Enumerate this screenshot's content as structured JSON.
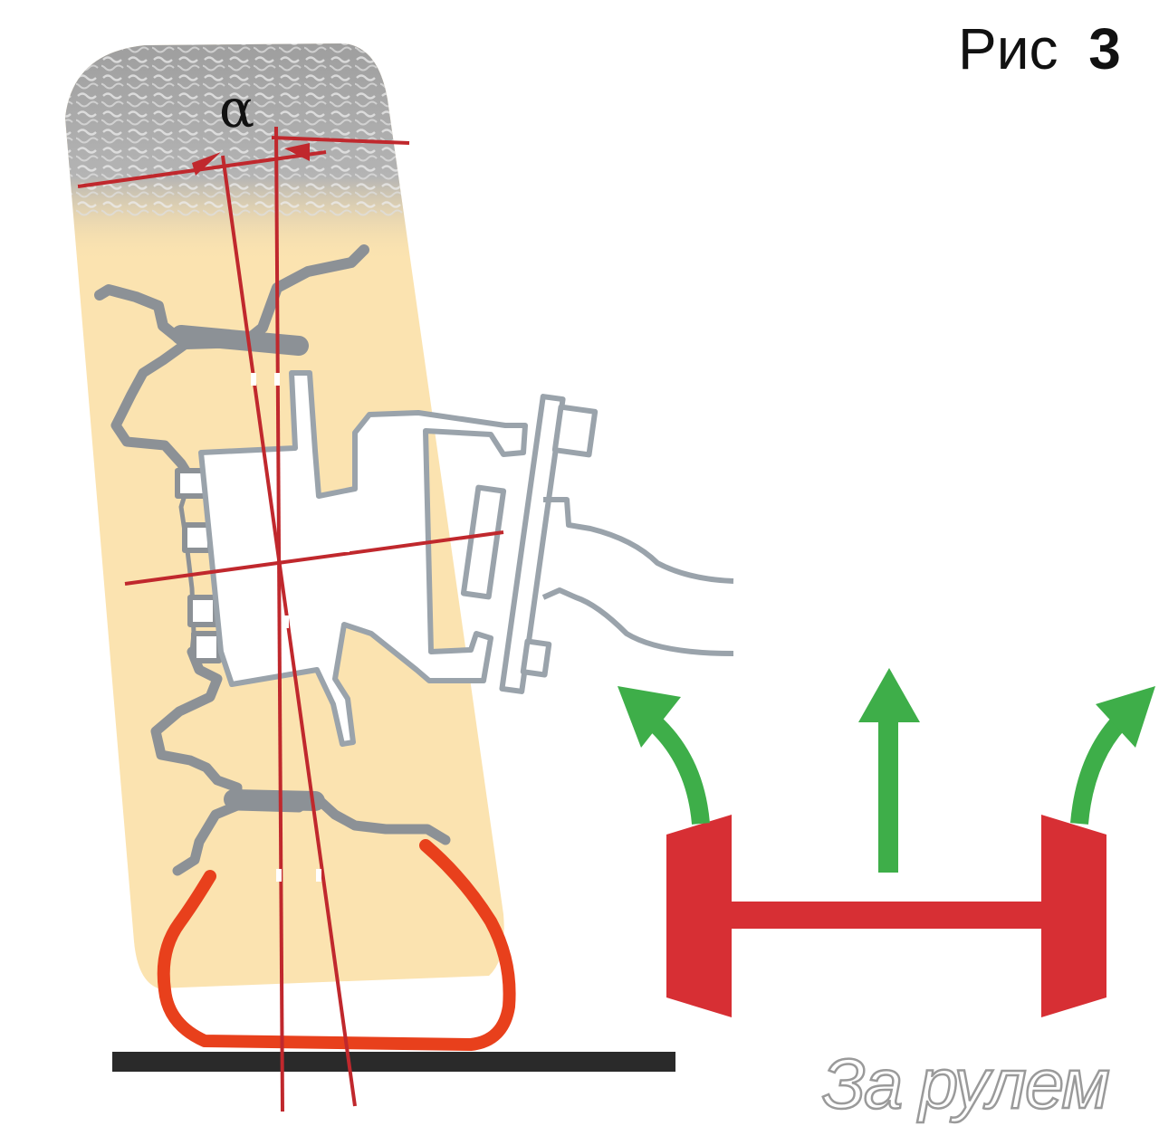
{
  "figure": {
    "label": "Рис",
    "number": "3"
  },
  "angle_label": "α",
  "watermark": "За рулем",
  "colors": {
    "tire_body": "#fbe3b0",
    "tread": "#a8a8a8",
    "rim_outline": "#8c9196",
    "axis_lines": "#c0282d",
    "tire_section": "#e8401c",
    "axle_beam": "#d72f34",
    "direction_arrows": "#3eae49",
    "ground": "#2a2a2a",
    "suspension_outline": "#9aa3ab"
  }
}
